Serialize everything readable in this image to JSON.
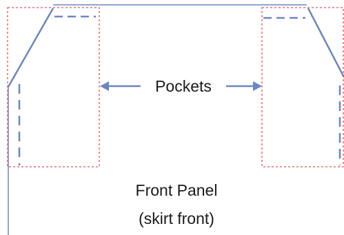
{
  "labels": {
    "pockets": "Pockets",
    "panel_title": "Front Panel",
    "panel_subtitle": "(skirt front)"
  },
  "colors": {
    "panel_line": "#6b86c0",
    "pocket_outline": "#e0534f",
    "text": "#1a1a1a",
    "background": "#ffffff"
  }
}
